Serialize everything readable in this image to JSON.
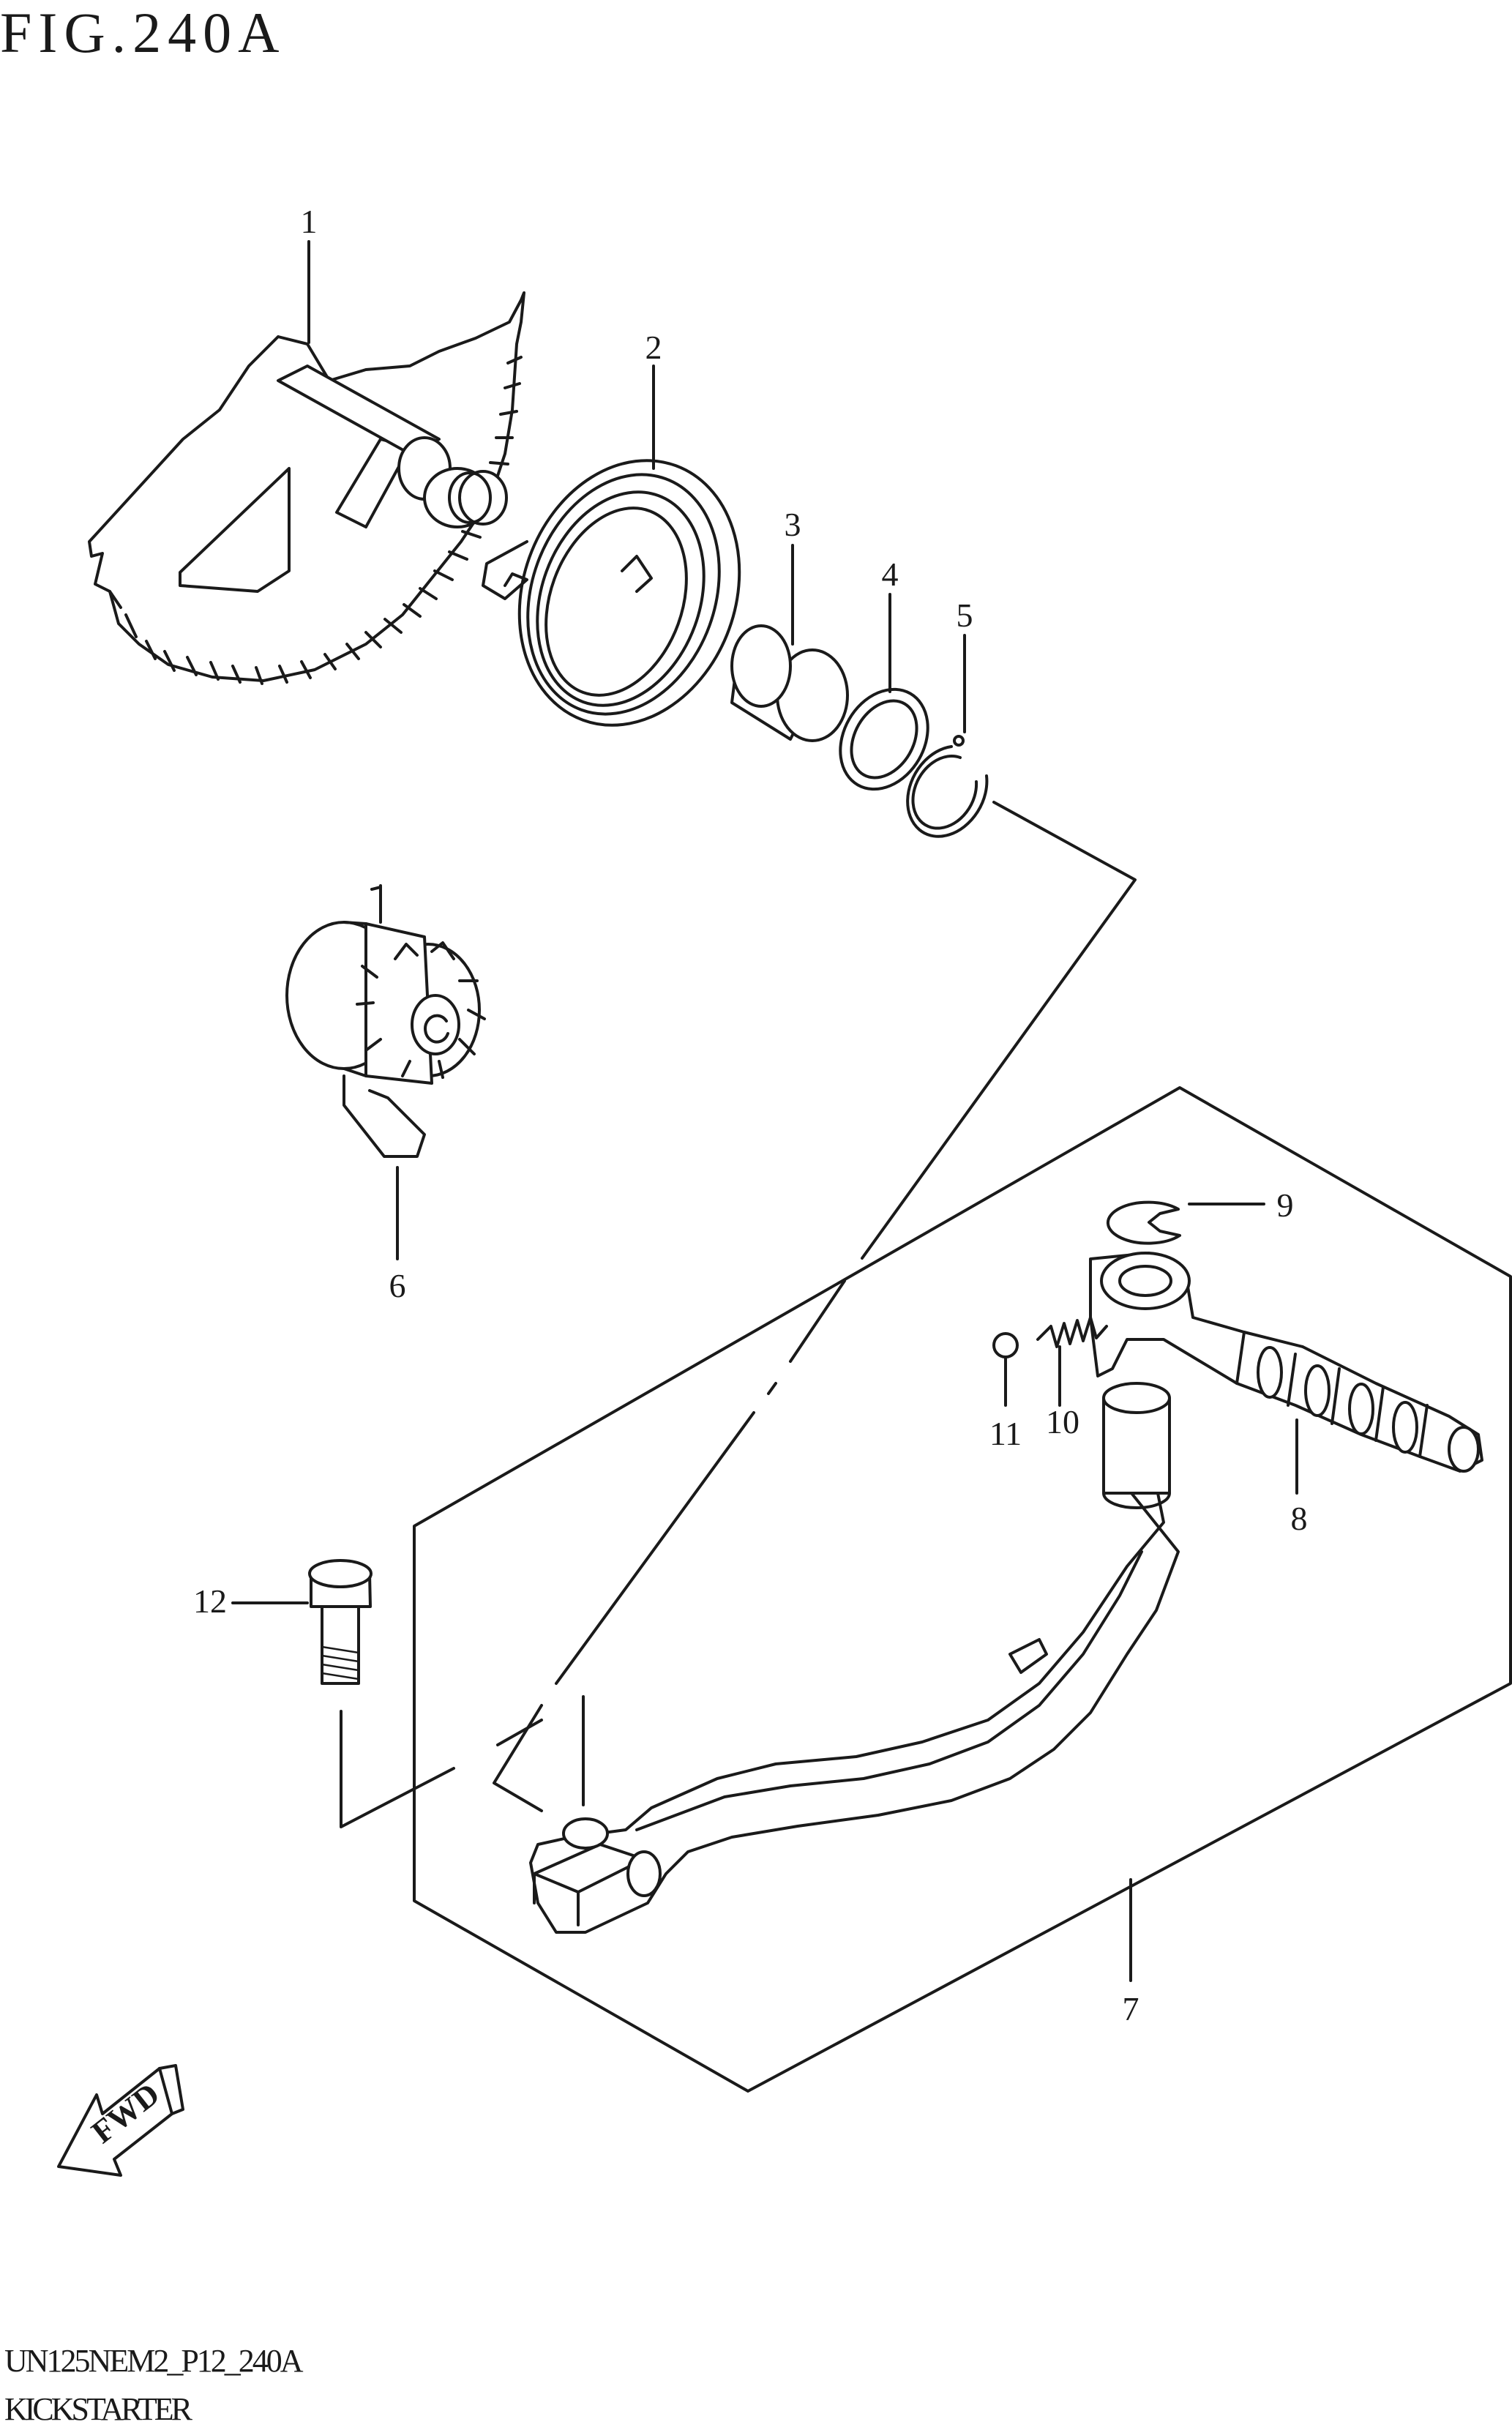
{
  "figure": {
    "title": "FIG.240A",
    "model_code": "UN125NEM2_P12_240A",
    "section_name": "KICKSTARTER"
  },
  "direction_arrow": {
    "label": "FWD",
    "icon": "fwd-arrow-icon"
  },
  "callouts": [
    {
      "number": "1",
      "part": "kick-starter-shaft-gear"
    },
    {
      "number": "2",
      "part": "kick-starter-return-spring"
    },
    {
      "number": "3",
      "part": "spring-guide-bushing"
    },
    {
      "number": "4",
      "part": "washer"
    },
    {
      "number": "5",
      "part": "circlip"
    },
    {
      "number": "6",
      "part": "kick-starter-idle-gear"
    },
    {
      "number": "7",
      "part": "kick-starter-lever"
    },
    {
      "number": "8",
      "part": "kick-starter-pedal"
    },
    {
      "number": "9",
      "part": "e-ring"
    },
    {
      "number": "10",
      "part": "spring"
    },
    {
      "number": "11",
      "part": "steel-ball"
    },
    {
      "number": "12",
      "part": "bolt"
    }
  ],
  "colors": {
    "ink": "#1a1a1a",
    "paper": "#ffffff"
  }
}
